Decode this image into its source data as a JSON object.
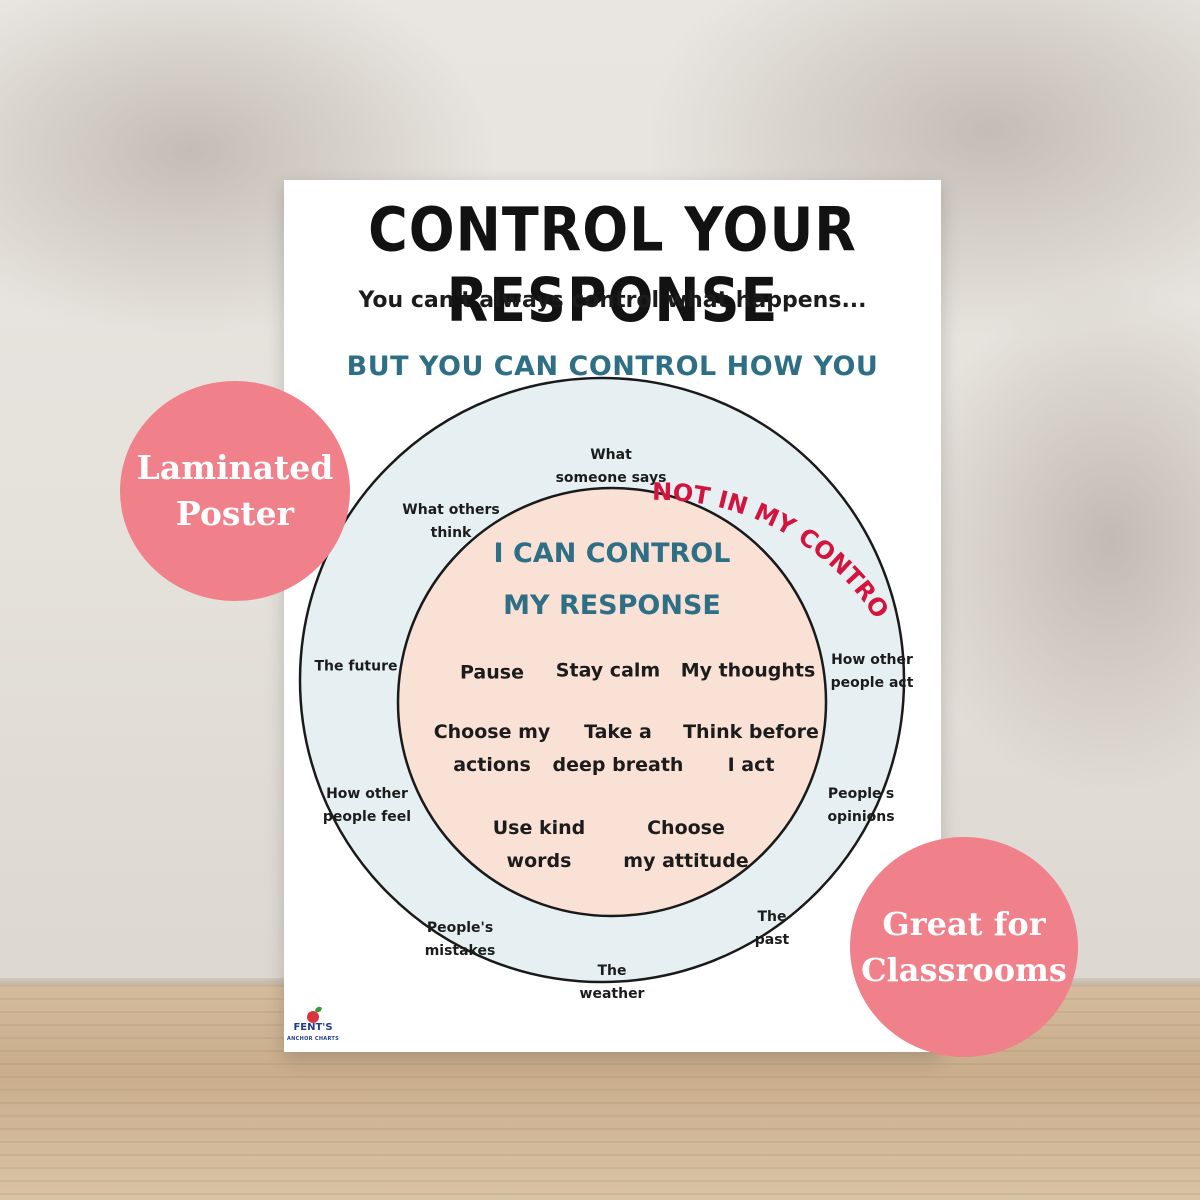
{
  "poster": {
    "title": "CONTROL YOUR RESPONSE",
    "subtitle": "You can't always control what happens...",
    "subtitle2": "BUT YOU CAN CONTROL HOW YOU RESPOND.",
    "outer_label": "NOT IN MY CONTROL",
    "outer_items": {
      "what_someone_says_1": "What",
      "what_someone_says_2": "someone says",
      "what_others_think_1": "What others",
      "what_others_think_2": "think",
      "the_future": "The future",
      "how_other_people_act_1": "How other",
      "how_other_people_act_2": "people act",
      "how_other_people_feel_1": "How other",
      "how_other_people_feel_2": "people feel",
      "peoples_opinions_1": "People's",
      "peoples_opinions_2": "opinions",
      "peoples_mistakes_1": "People's",
      "peoples_mistakes_2": "mistakes",
      "the_past_1": "The",
      "the_past_2": "past",
      "the_weather_1": "The",
      "the_weather_2": "weather"
    },
    "inner_heading_1": "I CAN CONTROL",
    "inner_heading_2": "MY RESPONSE",
    "inner_items": {
      "pause": "Pause",
      "stay_calm": "Stay calm",
      "my_thoughts": "My thoughts",
      "choose_actions_1": "Choose my",
      "choose_actions_2": "actions",
      "deep_breath_1": "Take a",
      "deep_breath_2": "deep breath",
      "think_before_1": "Think before",
      "think_before_2": "I act",
      "kind_words_1": "Use kind",
      "kind_words_2": "words",
      "attitude_1": "Choose",
      "attitude_2": "my attitude"
    },
    "logo": {
      "name": "FENT'S",
      "sub": "ANCHOR CHARTS",
      "icon": "apple-icon"
    }
  },
  "badges": {
    "left_1": "Laminated",
    "left_2": "Poster",
    "right_1": "Great for",
    "right_2": "Classrooms"
  },
  "colors": {
    "teal_text": "#2f6f86",
    "red_label": "#d3143f",
    "outer_ring": "#e6f0f3",
    "inner_circle": "#fae1d6",
    "badge": "#f0808a"
  }
}
